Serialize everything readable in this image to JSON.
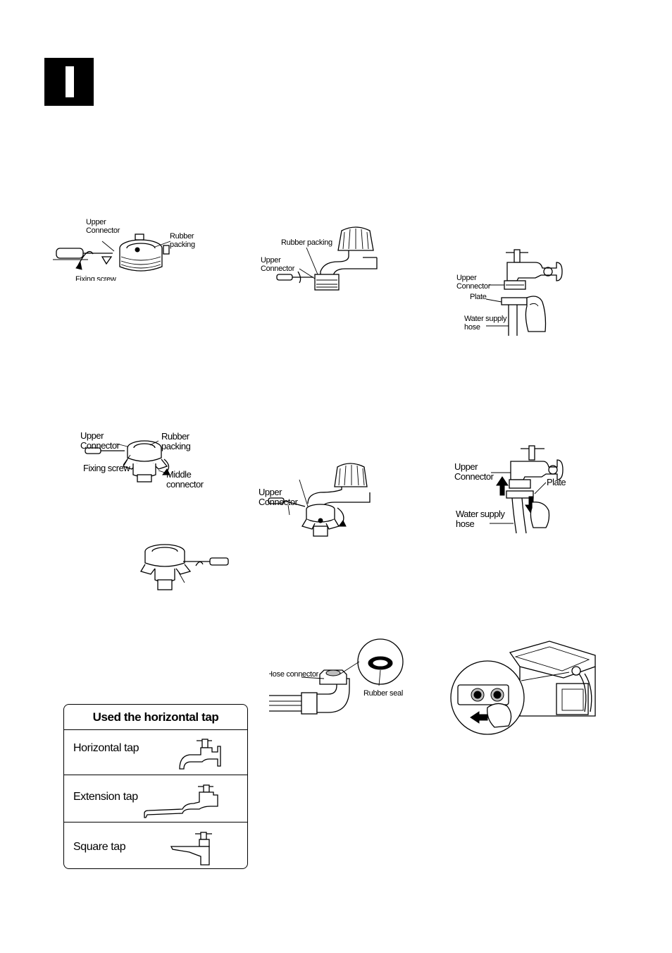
{
  "step1": {
    "upper_connector": "Upper\nConnector",
    "rubber_packing": "Rubber\npacking",
    "fixing_screw": "Fixing screw"
  },
  "step2": {
    "rubber_packing": "Rubber packing",
    "upper_connector": "Upper\nConnector"
  },
  "step3": {
    "upper_connector": "Upper\nConnector",
    "plate": "Plate",
    "water_supply_hose": "Water supply\nhose"
  },
  "step4": {
    "upper_connector": "Upper\nConnector",
    "rubber_packing": "Rubber\npacking",
    "fixing_screw": "Fixing screw",
    "middle_connector": "Middle\nconnector"
  },
  "step5": {
    "upper_connector": "Upper\nConnector"
  },
  "step6": {
    "upper_connector": "Upper\nConnector",
    "plate": "Plate",
    "water_supply_hose": "Water supply\nhose"
  },
  "step7": {
    "hose_connector": "Hose connector",
    "rubber_seal": "Rubber seal"
  },
  "tap_table": {
    "title": "Used the horizontal tap",
    "rows": [
      {
        "label": "Horizontal tap",
        "icon": "horizontal-tap-icon"
      },
      {
        "label": "Extension tap",
        "icon": "extension-tap-icon"
      },
      {
        "label": "Square tap",
        "icon": "square-tap-icon"
      }
    ]
  }
}
